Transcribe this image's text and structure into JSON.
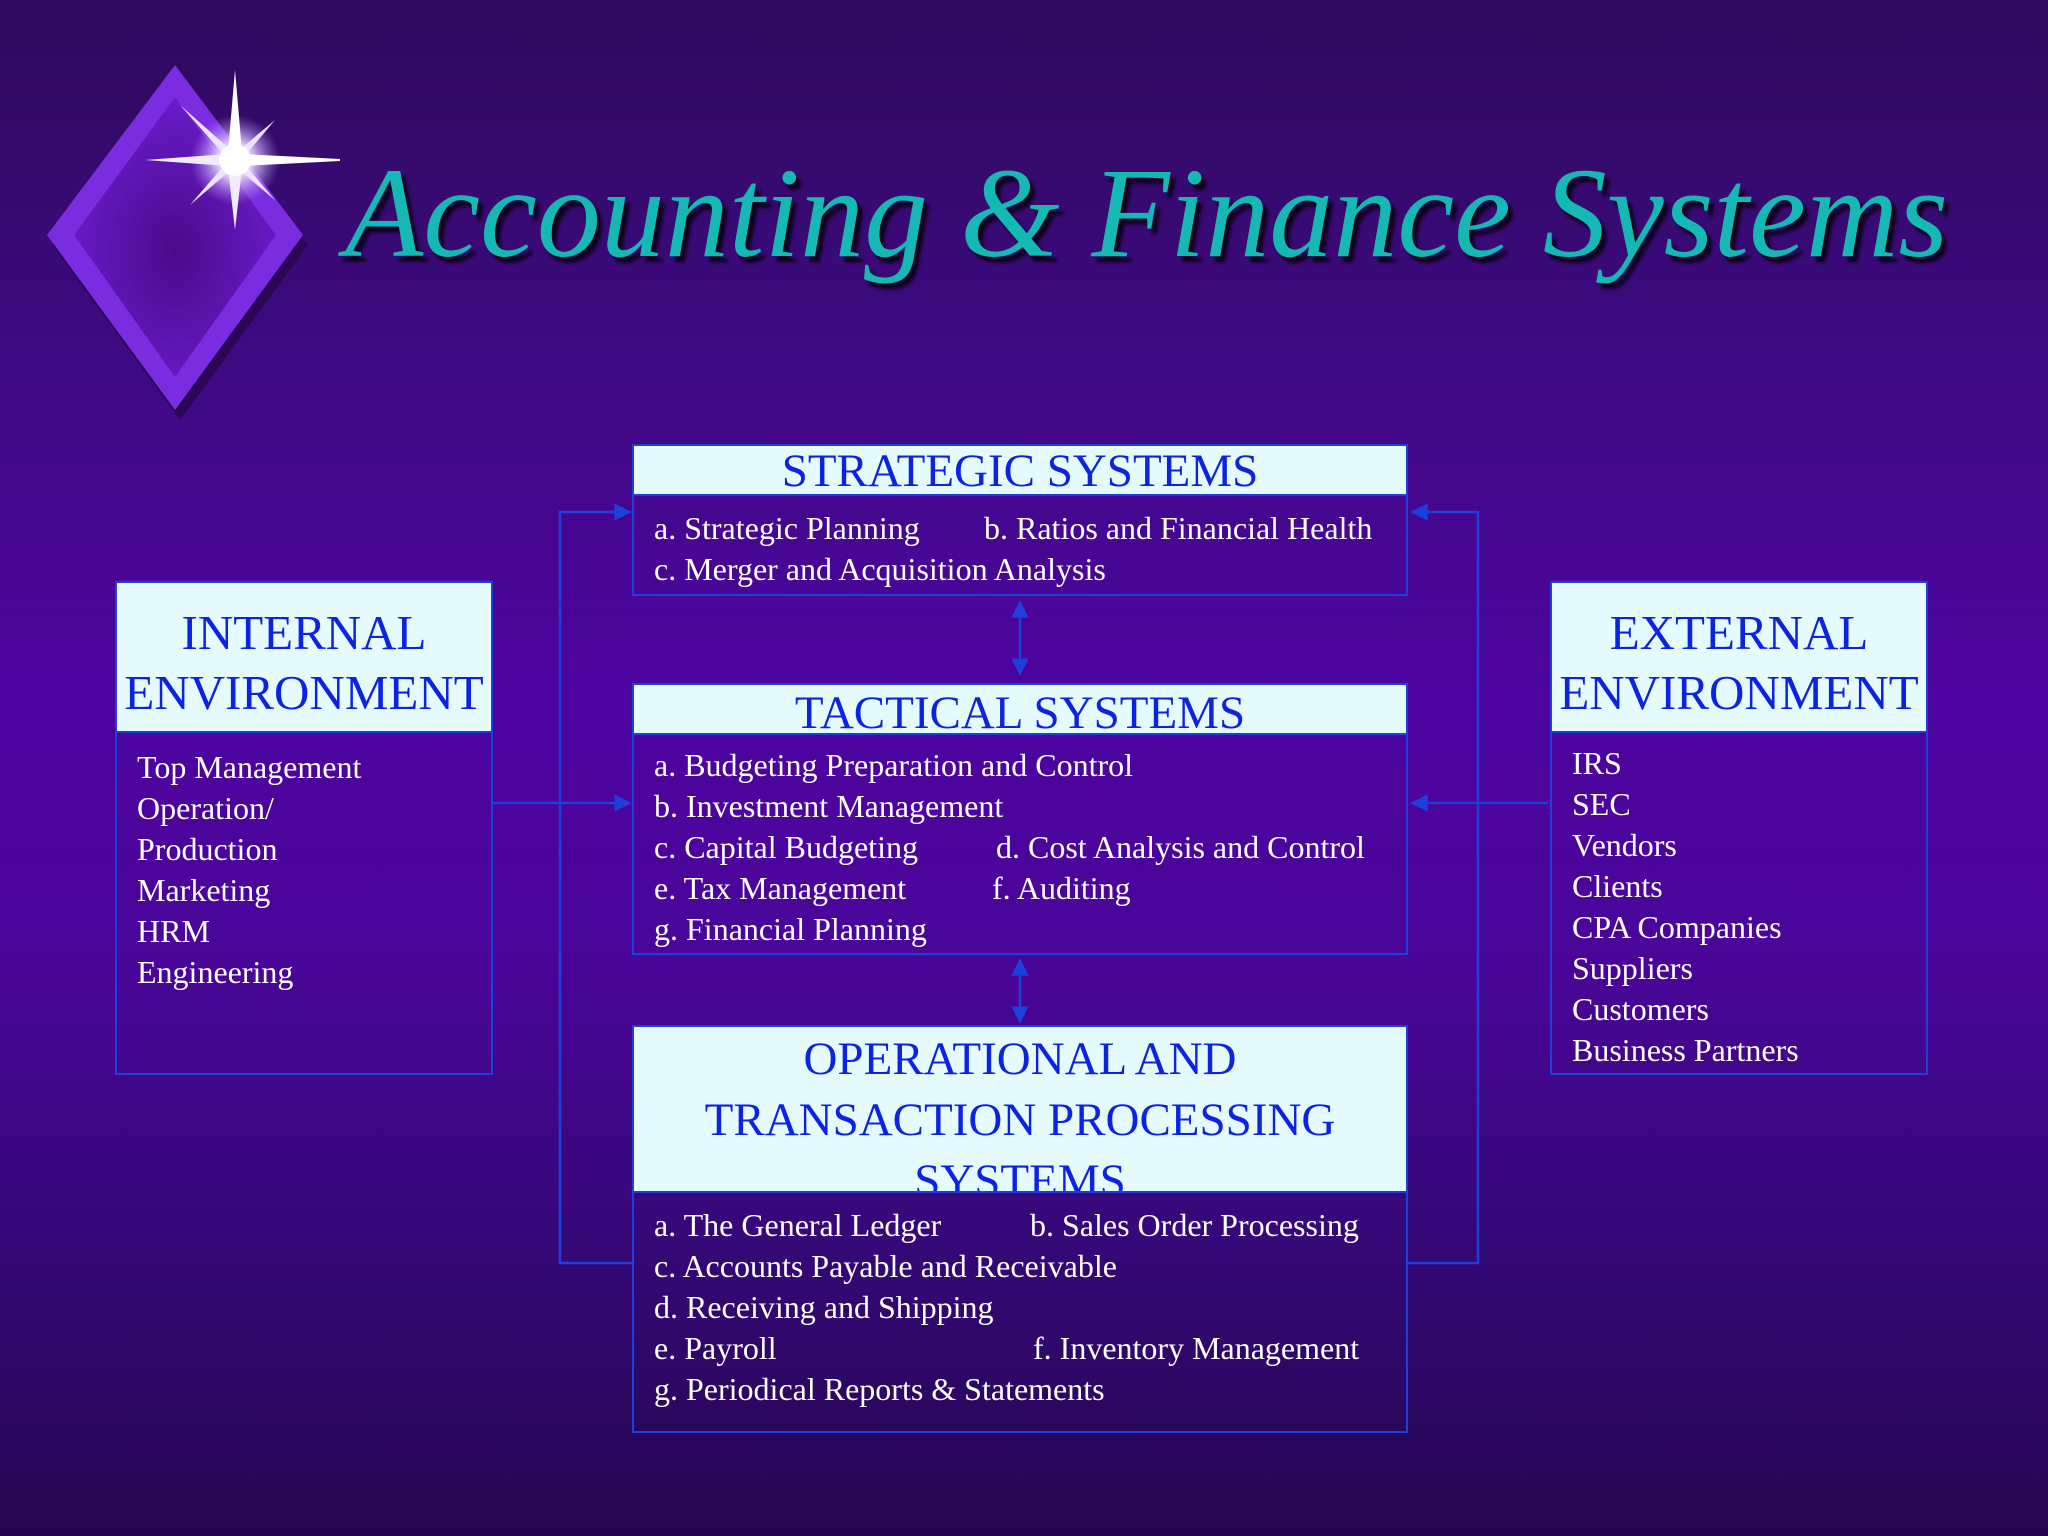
{
  "slide": {
    "title": "Accounting & Finance Systems",
    "colors": {
      "title": "#16b8b4",
      "header_fill": "#e6fbfd",
      "header_text": "#0b23e3",
      "lines": "#1d3fdc"
    }
  },
  "strategic": {
    "header": "STRATEGIC SYSTEMS",
    "row1": [
      "a.  Strategic Planning",
      "b.  Ratios and Financial Health"
    ],
    "row2": "c.  Merger and Acquisition Analysis"
  },
  "tactical": {
    "header": "TACTICAL SYSTEMS",
    "row1": "a.  Budgeting Preparation and Control",
    "row2": "b.  Investment Management",
    "row3": [
      "c.  Capital Budgeting",
      "d.  Cost Analysis and Control"
    ],
    "row4": [
      "e.  Tax Management",
      "f.  Auditing"
    ],
    "row5": "g.  Financial Planning"
  },
  "operational": {
    "header_lines": [
      "OPERATIONAL AND",
      "TRANSACTION PROCESSING",
      "SYSTEMS"
    ],
    "row1": [
      "a.  The General Ledger",
      "b.  Sales Order Processing"
    ],
    "row2": "c.  Accounts Payable and Receivable",
    "row3": "d.  Receiving and Shipping",
    "row4": [
      "e.  Payroll",
      "f.  Inventory Management"
    ],
    "row5": "g.  Periodical Reports & Statements"
  },
  "internal": {
    "header_lines": [
      "INTERNAL",
      "ENVIRONMENT"
    ],
    "items": [
      "Top Management",
      "Operation/",
      "Production",
      "Marketing",
      "HRM",
      "Engineering"
    ]
  },
  "external": {
    "header_lines": [
      "EXTERNAL",
      "ENVIRONMENT"
    ],
    "items": [
      "IRS",
      "SEC",
      "Vendors",
      "Clients",
      "CPA Companies",
      "Suppliers",
      "Customers",
      "Business Partners"
    ]
  }
}
